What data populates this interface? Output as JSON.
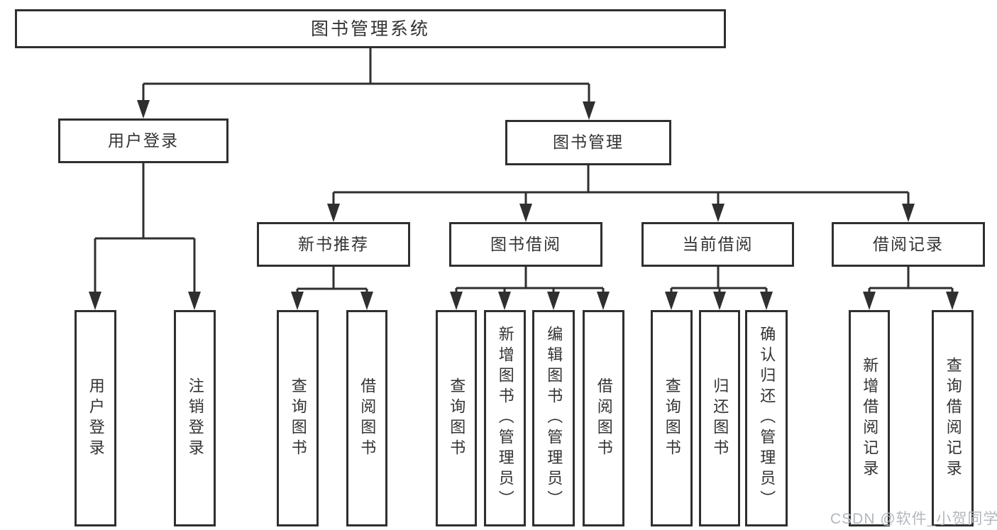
{
  "diagram": {
    "root": {
      "label": "图书管理系统",
      "children": [
        {
          "label": "用户登录",
          "children": [
            {
              "label": "用户登录"
            },
            {
              "label": "注销登录"
            }
          ]
        },
        {
          "label": "图书管理",
          "children": [
            {
              "label": "新书推荐",
              "children": [
                {
                  "label": "查询图书"
                },
                {
                  "label": "借阅图书"
                }
              ]
            },
            {
              "label": "图书借阅",
              "children": [
                {
                  "label": "查询图书"
                },
                {
                  "label": "新增图书（管理员）"
                },
                {
                  "label": "编辑图书（管理员）"
                },
                {
                  "label": "借阅图书"
                }
              ]
            },
            {
              "label": "当前借阅",
              "children": [
                {
                  "label": "查询图书"
                },
                {
                  "label": "归还图书"
                },
                {
                  "label": "确认归还（管理员）"
                }
              ]
            },
            {
              "label": "借阅记录",
              "children": [
                {
                  "label": "新增借阅记录"
                },
                {
                  "label": "查询借阅记录"
                }
              ]
            }
          ]
        }
      ]
    },
    "watermark": "CSDN @软件_小贺同学",
    "colors": {
      "line": "#2f2f2f",
      "box_border": "#2f2f2f",
      "text": "#333333",
      "watermark": "#b3b8be",
      "background": "#ffffff"
    }
  }
}
